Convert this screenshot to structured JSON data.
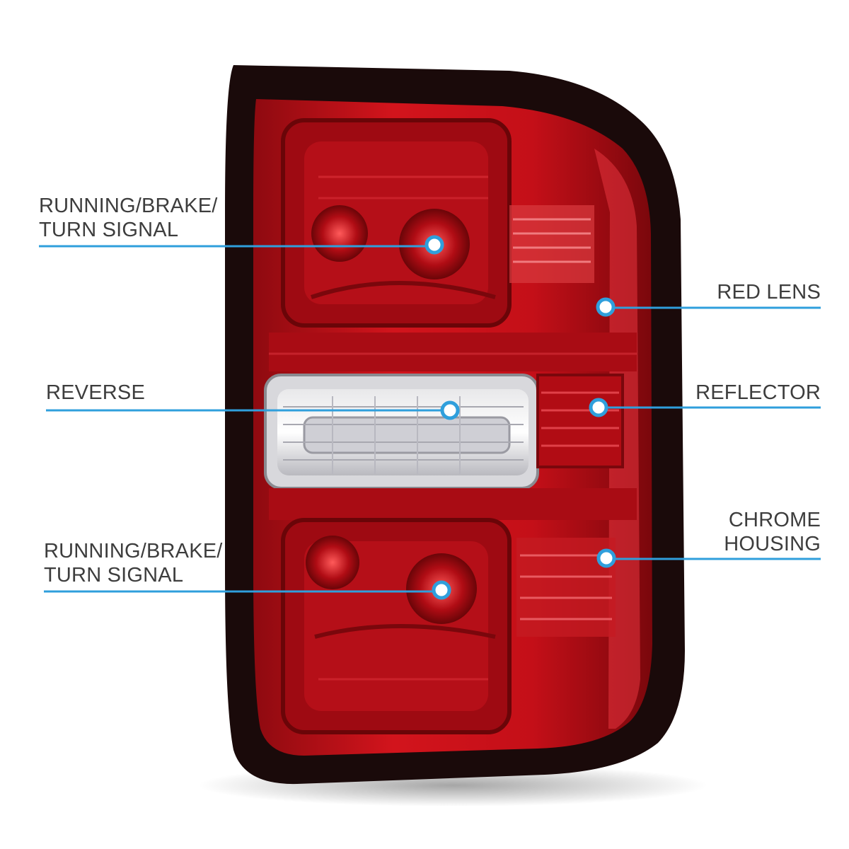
{
  "callouts": {
    "running_brake_top": {
      "lines": [
        "RUNNING/BRAKE/",
        "TURN SIGNAL"
      ]
    },
    "reverse": {
      "lines": [
        "REVERSE"
      ]
    },
    "running_brake_bottom": {
      "lines": [
        "RUNNING/BRAKE/",
        "TURN SIGNAL"
      ]
    },
    "red_lens": {
      "lines": [
        "RED LENS"
      ]
    },
    "reflector": {
      "lines": [
        "REFLECTOR"
      ]
    },
    "chrome_housing": {
      "lines": [
        "CHROME",
        "HOUSING"
      ]
    }
  },
  "colors": {
    "callout_line": "#2f9fdc",
    "label_text": "#3d3d3d",
    "lens_red": "#c8101a",
    "housing_dark": "#1a0a0a"
  }
}
